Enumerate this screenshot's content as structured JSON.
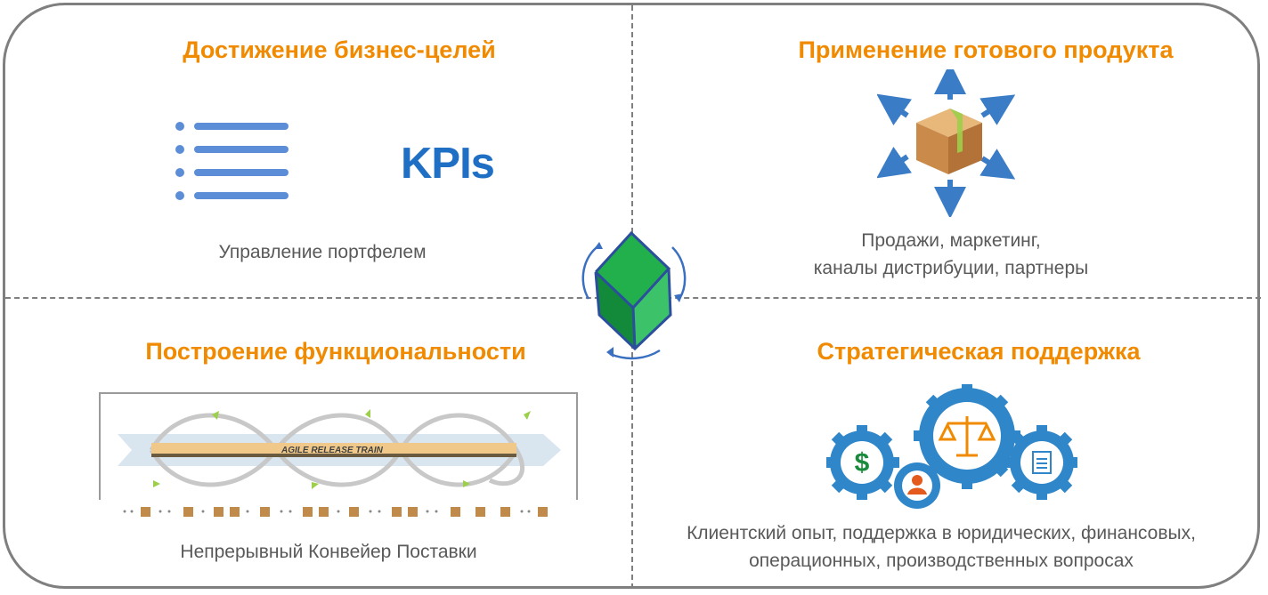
{
  "quadrants": {
    "top_left": {
      "title": "Достижение бизнес-целей",
      "kpi_label": "KPIs",
      "caption": "Управление портфелем"
    },
    "top_right": {
      "title": "Применение готового продукта",
      "caption_line1": "Продажи, маркетинг,",
      "caption_line2": "каналы дистрибуции, партнеры"
    },
    "bottom_left": {
      "title": "Построение функциональности",
      "train_label": "AGILE RELEASE TRAIN",
      "caption": "Непрерывный Конвейер Поставки"
    },
    "bottom_right": {
      "title": "Стратегическая поддержка",
      "caption_line1": "Клиентский опыт, поддержка в юридических, финансовых,",
      "caption_line2": "операционных, производственных вопросах"
    }
  },
  "colors": {
    "title": "#f08a00",
    "caption": "#595959",
    "kpi": "#1f6fc5",
    "cube": "#1aa548",
    "gear": "#2f86c9",
    "arrow": "#3a7cc6",
    "frame": "#7f7f7f"
  },
  "icons": {
    "list": "list-icon",
    "box": "box-icon",
    "cube": "rotating-cube-icon",
    "gears": "gears-icon",
    "train": "release-train-icon"
  }
}
